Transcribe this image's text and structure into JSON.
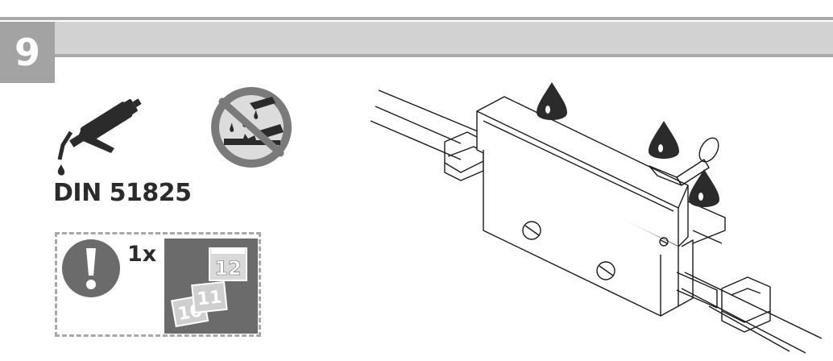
{
  "step": {
    "number": "9"
  },
  "lubricant": {
    "standard": "DIN 51825"
  },
  "notice": {
    "quantity": "1x"
  },
  "calendar": {
    "pages": [
      "10",
      "11",
      "12"
    ]
  },
  "colors": {
    "header_gray": "#d2d2d2",
    "step_box": "#a3a3a3",
    "icon_gray": "#6b6b6b",
    "ink": "#2b2b2b"
  },
  "icons": [
    "grease-gun-icon",
    "no-corrosive-icon",
    "warning-exclamation-icon",
    "calendar-interval-icon",
    "oil-drop-icon"
  ]
}
